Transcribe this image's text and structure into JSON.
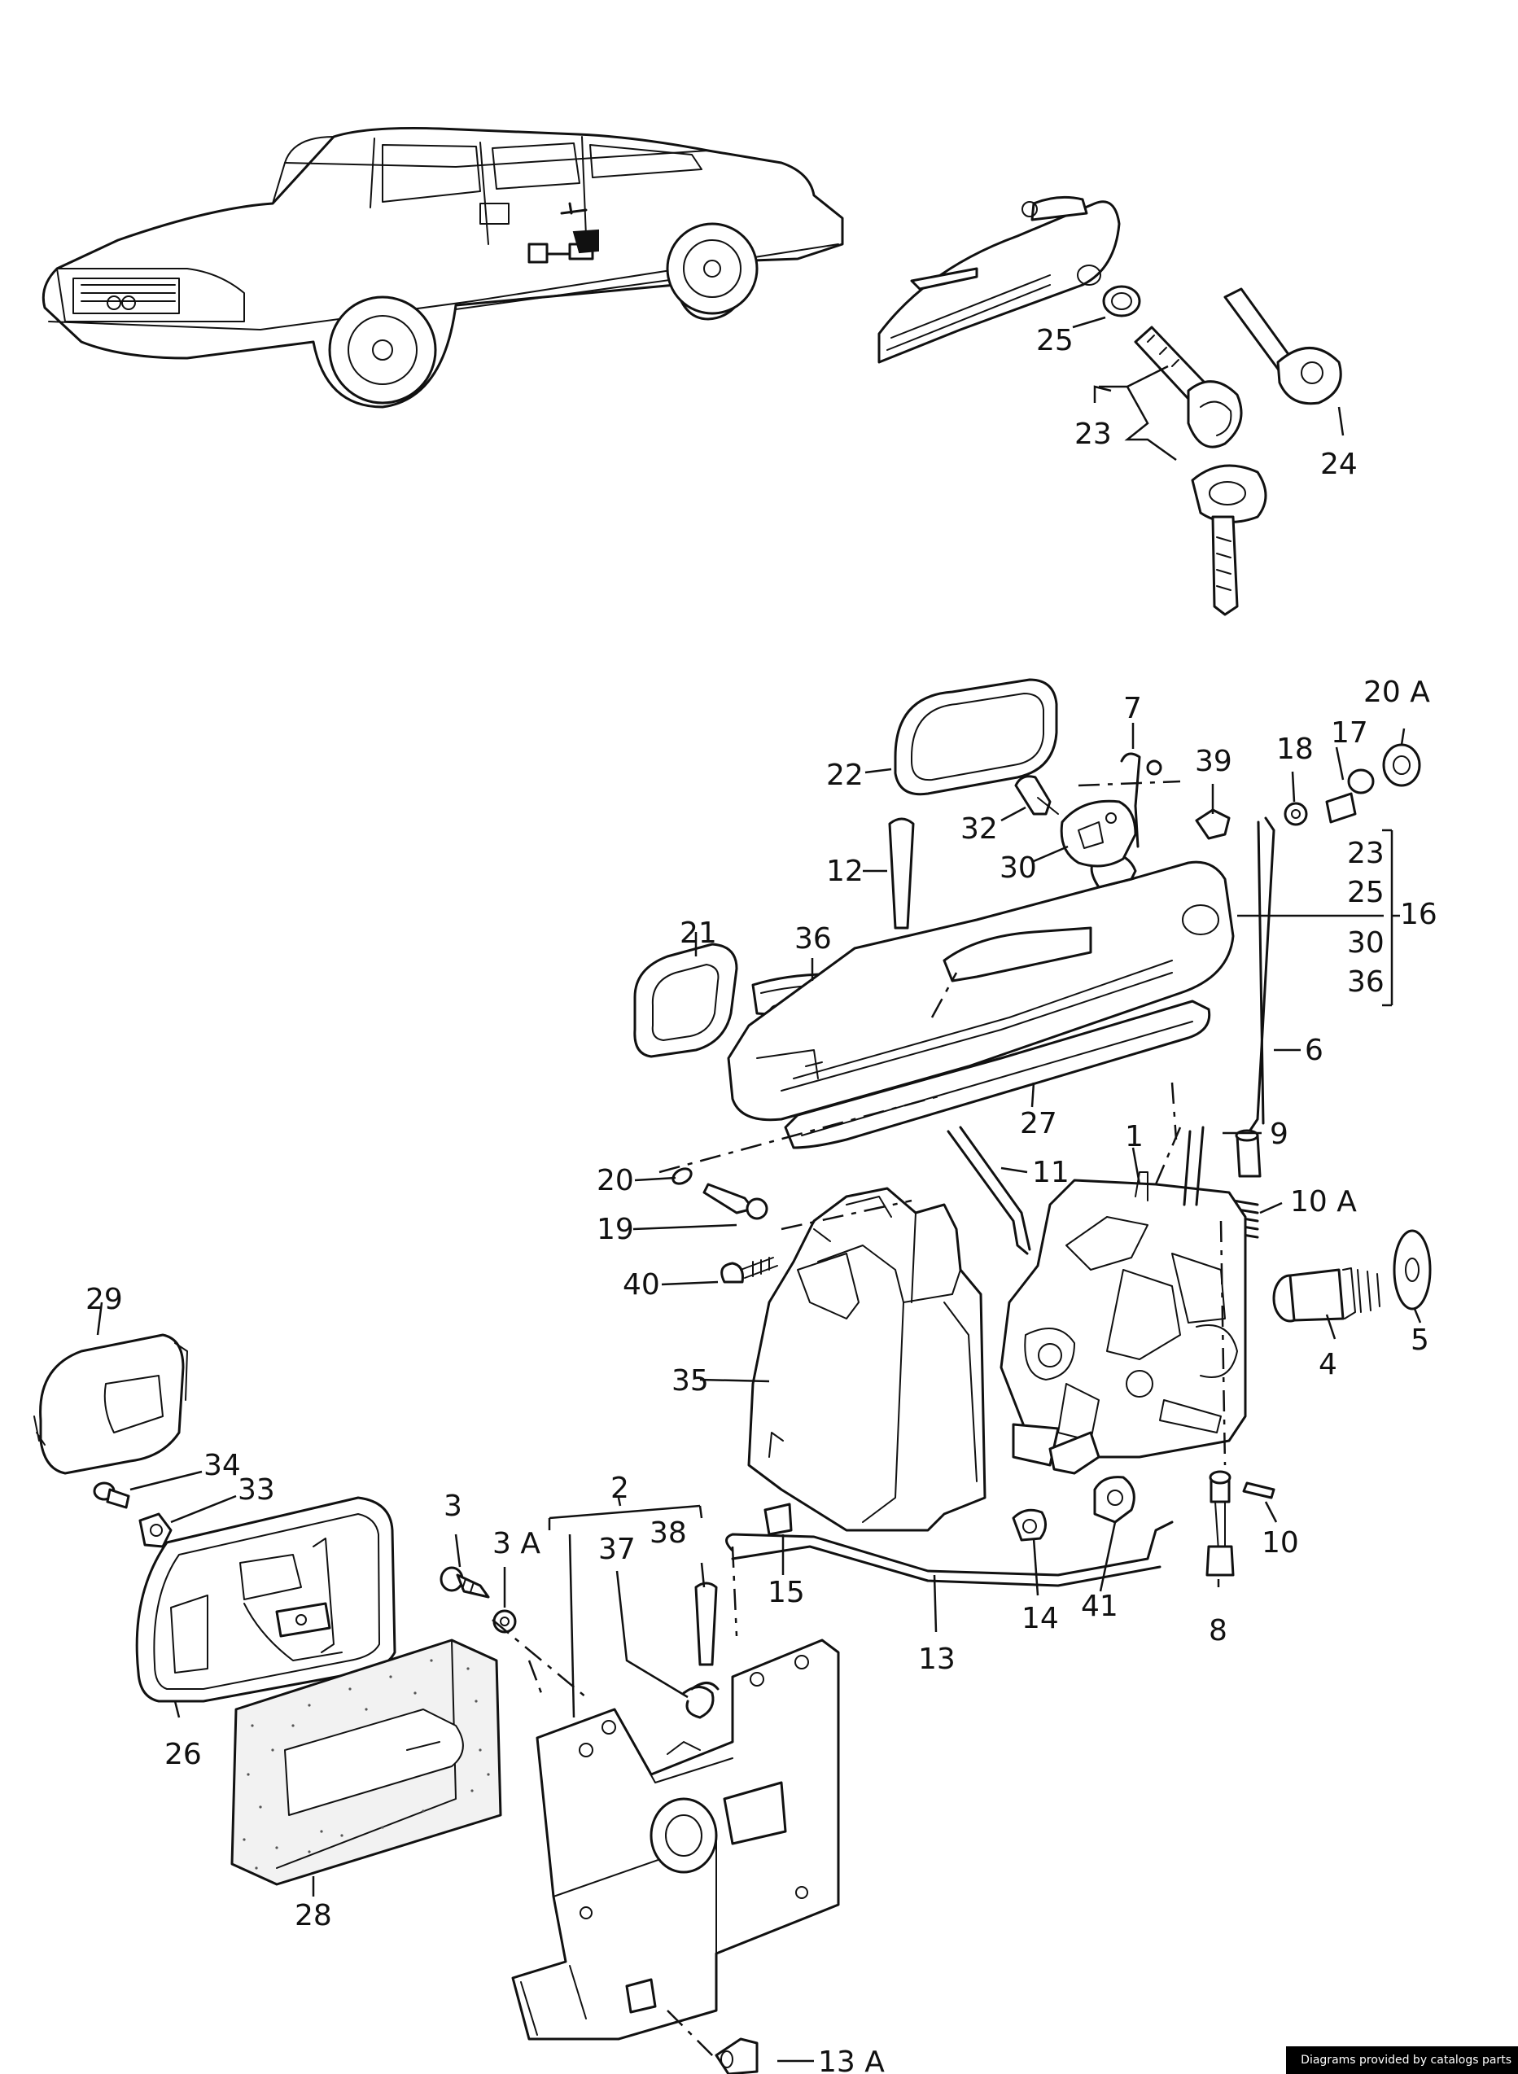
{
  "labels": {
    "p1": "1",
    "p2": "2",
    "p3": "3",
    "p3a": "3 A",
    "p4": "4",
    "p5": "5",
    "p6": "6",
    "p7": "7",
    "p8": "8",
    "p9": "9",
    "p10": "10",
    "p10a": "10 A",
    "p11": "11",
    "p12": "12",
    "p13": "13",
    "p13a": "13 A",
    "p14": "14",
    "p15": "15",
    "p16": "16",
    "p17": "17",
    "p18": "18",
    "p19": "19",
    "p20": "20",
    "p20a": "20 A",
    "p21": "21",
    "p22": "22",
    "p23": "23",
    "p24": "24",
    "p25": "25",
    "p26": "26",
    "p27": "27",
    "p28": "28",
    "p29": "29",
    "p30": "30",
    "p32": "32",
    "p33": "33",
    "p34": "34",
    "p35": "35",
    "p36": "36",
    "p37": "37",
    "p38": "38",
    "p39": "39",
    "p40": "40",
    "p41": "41",
    "g16_23": "23",
    "g16_25": "25",
    "g16_30": "30",
    "g16_36": "36"
  },
  "credit": "Diagrams provided by catalogs parts"
}
